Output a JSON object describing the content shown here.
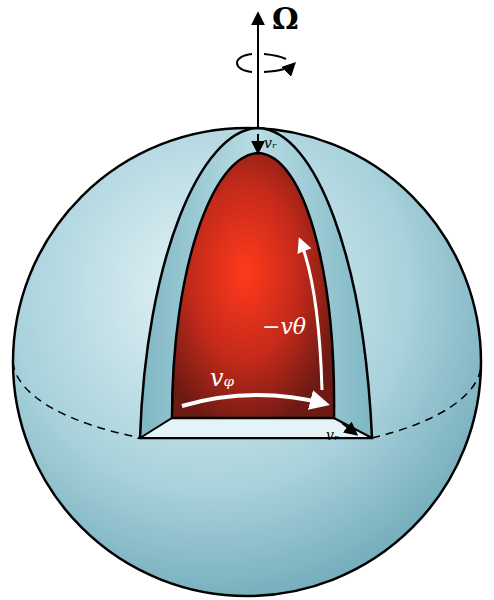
{
  "diagram": {
    "labels": [
      "Ω",
      "vᵣ",
      "−vθ",
      "vᵩ",
      "vᵣ"
    ]
  }
}
